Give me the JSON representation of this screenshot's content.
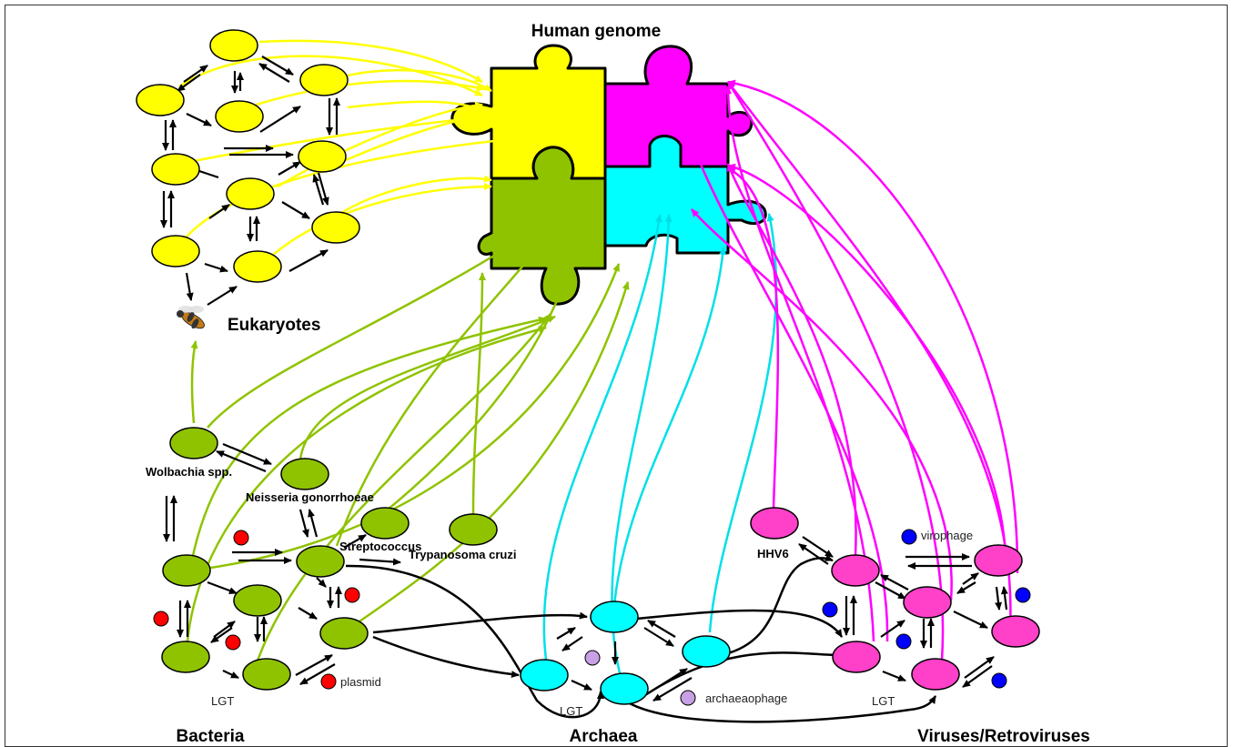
{
  "title": "Human genome",
  "groups": {
    "eukaryotes": "Eukaryotes",
    "bacteria": "Bacteria",
    "archaea": "Archaea",
    "viruses": "Viruses/Retroviruses"
  },
  "species": {
    "wolbachia": "Wolbachia spp.",
    "neisseria": "Neisseria gonorrhoeae",
    "streptococcus": "Streptococcus",
    "trypanosoma": "Trypanosoma cruzi",
    "hhv6": "HHV6"
  },
  "annotations": {
    "lgt_bacteria": "LGT",
    "lgt_archaea": "LGT",
    "lgt_viruses": "LGT",
    "plasmid": "plasmid",
    "archaeaophage": "archaeaophage",
    "virophage": "virophage"
  },
  "colors": {
    "eukaryote": "#ffff00",
    "bacteria": "#8fc300",
    "archaea": "#00ffff",
    "virus": "#ff40c8",
    "puzzle_magenta": "#ff00ff",
    "plasmid": "#ff0000",
    "archaeaophage": "#c8a0e6",
    "virophage": "#0000ff"
  }
}
